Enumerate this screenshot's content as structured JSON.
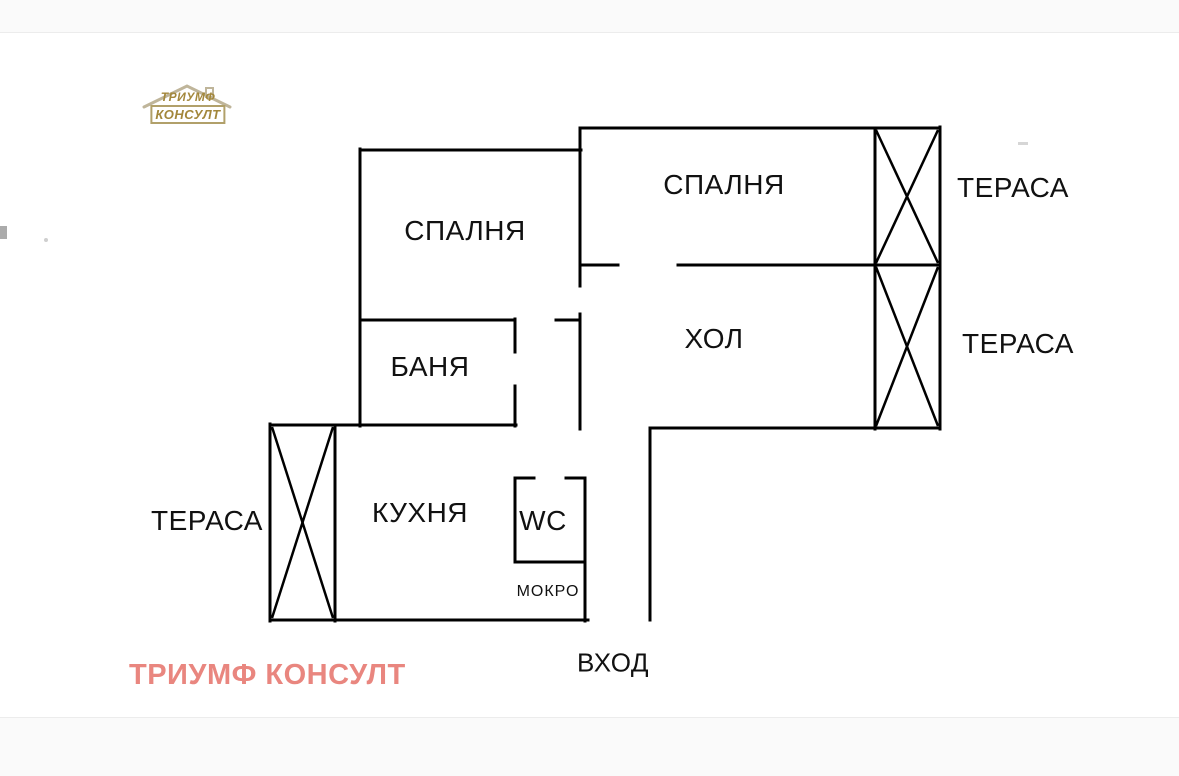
{
  "logo": {
    "line1": "ТРИУМФ",
    "line2": "КОНСУЛТ",
    "color": "#a3873b"
  },
  "watermark": {
    "text": "ТРИУМФ КОНСУЛТ",
    "color": "#e9867f"
  },
  "floor_plan": {
    "colors": {
      "walls": "#000000",
      "label_text": "#111111"
    },
    "rooms": {
      "bedroom_left": {
        "label": "СПАЛНЯ"
      },
      "bedroom_right": {
        "label": "СПАЛНЯ"
      },
      "terrace_top_right": {
        "label": "ТЕРАСА"
      },
      "terrace_mid_right": {
        "label": "ТЕРАСА"
      },
      "terrace_left": {
        "label": "ТЕРАСА"
      },
      "hall": {
        "label": "ХОЛ"
      },
      "bathroom": {
        "label": "БАНЯ"
      },
      "kitchen": {
        "label": "КУХНЯ"
      },
      "wc": {
        "label": "WC"
      },
      "utility": {
        "label": "МОКРО"
      },
      "entrance": {
        "label": "ВХОД"
      }
    }
  }
}
